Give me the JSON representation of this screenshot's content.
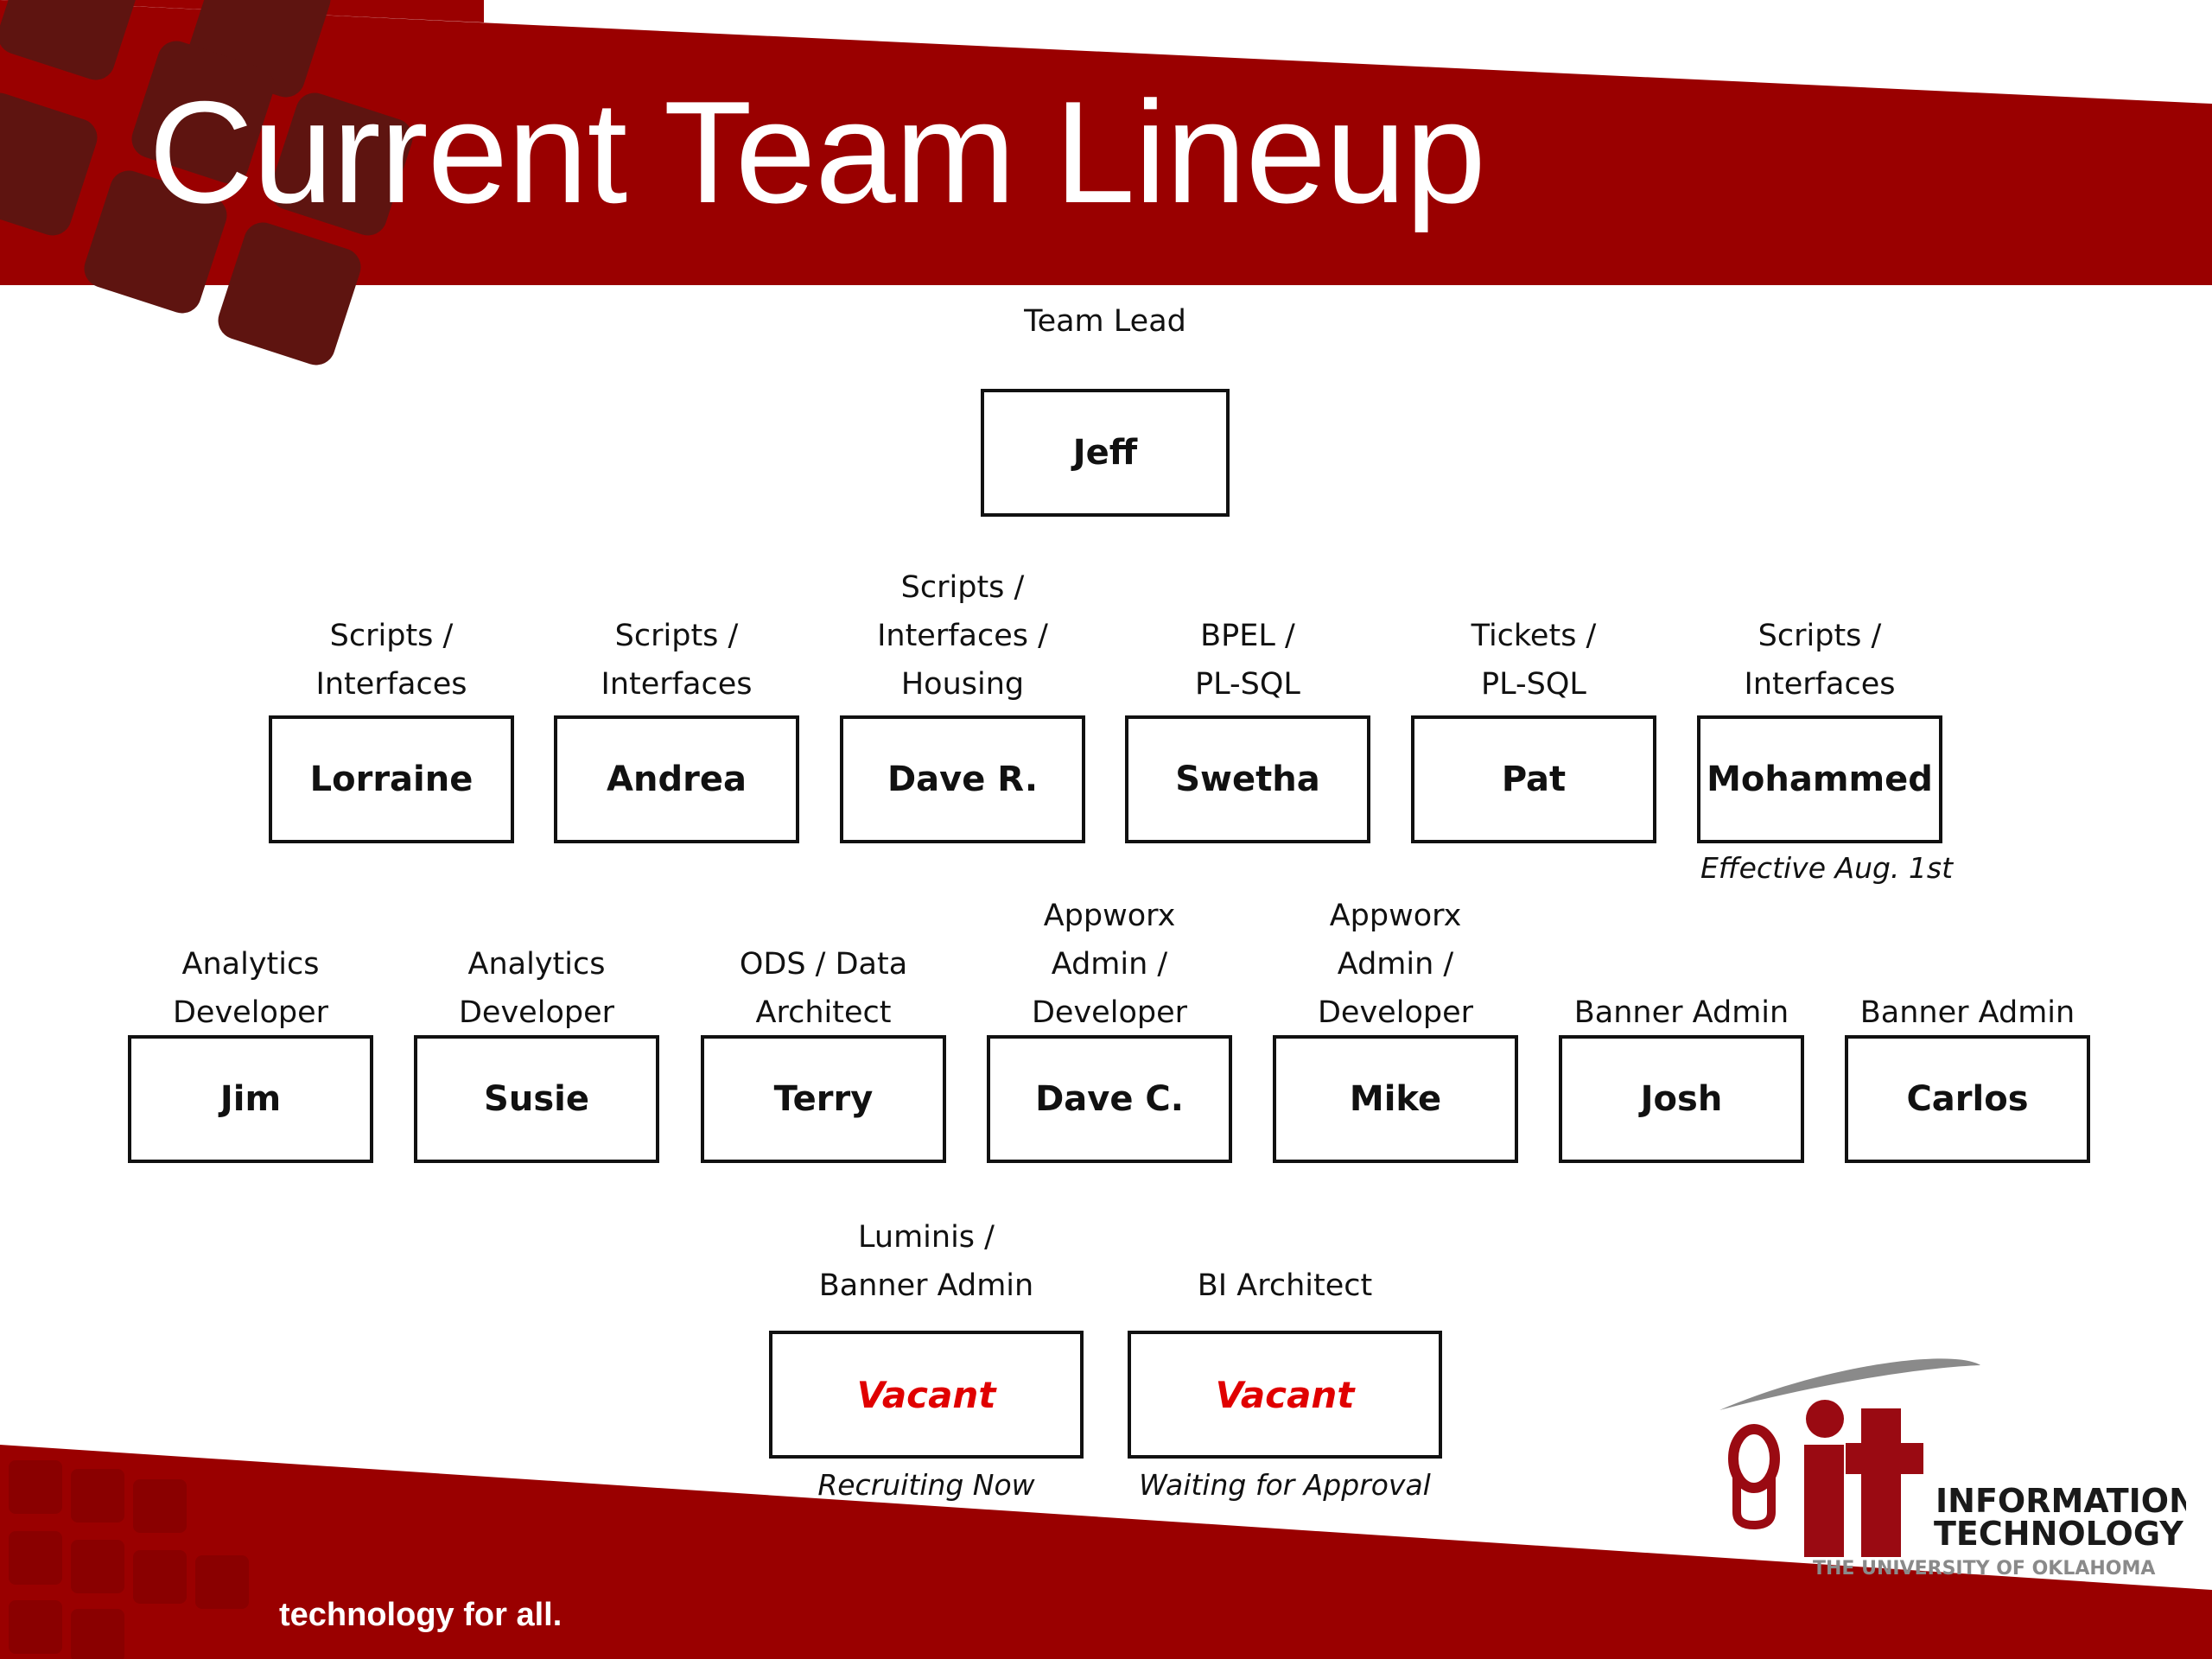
{
  "header": {
    "title": "Current Team Lineup"
  },
  "footer": {
    "tagline": "technology for all."
  },
  "lead": {
    "role": "Team Lead",
    "name": "Jeff"
  },
  "row1": [
    {
      "role": [
        "Scripts /",
        "Interfaces"
      ],
      "name": "Lorraine"
    },
    {
      "role": [
        "Scripts /",
        "Interfaces"
      ],
      "name": "Andrea"
    },
    {
      "role": [
        "Scripts /",
        "Interfaces /",
        "Housing"
      ],
      "name": "Dave R."
    },
    {
      "role": [
        "BPEL /",
        "PL-SQL"
      ],
      "name": "Swetha"
    },
    {
      "role": [
        "Tickets /",
        "PL-SQL"
      ],
      "name": "Pat"
    },
    {
      "role": [
        "Scripts /",
        "Interfaces"
      ],
      "name": "Mohammed",
      "note": "Effective Aug. 1st"
    }
  ],
  "row2": [
    {
      "role": [
        "Analytics",
        "Developer"
      ],
      "name": "Jim"
    },
    {
      "role": [
        "Analytics",
        "Developer"
      ],
      "name": "Susie"
    },
    {
      "role": [
        "ODS / Data",
        "Architect"
      ],
      "name": "Terry"
    },
    {
      "role": [
        "Appworx",
        "Admin /",
        "Developer"
      ],
      "name": "Dave C."
    },
    {
      "role": [
        "Appworx",
        "Admin /",
        "Developer"
      ],
      "name": "Mike"
    },
    {
      "role": [
        "Banner Admin"
      ],
      "name": "Josh"
    },
    {
      "role": [
        "Banner Admin"
      ],
      "name": "Carlos"
    }
  ],
  "row3": [
    {
      "role": [
        "Luminis /",
        "Banner Admin"
      ],
      "name": "Vacant",
      "note": "Recruiting Now"
    },
    {
      "role": [
        "BI Architect"
      ],
      "name": "Vacant",
      "note": "Waiting for Approval"
    }
  ],
  "logo": {
    "mark": "it",
    "line1": "INFORMATION",
    "line2": "TECHNOLOGY",
    "line3": "THE UNIVERSITY OF OKLAHOMA",
    "colors": {
      "crimson": "#9a0a12",
      "gray": "#8a8a8a"
    }
  },
  "colors": {
    "band": "#9a0000",
    "squares": "#5e1410",
    "vacant": "#e00000"
  }
}
